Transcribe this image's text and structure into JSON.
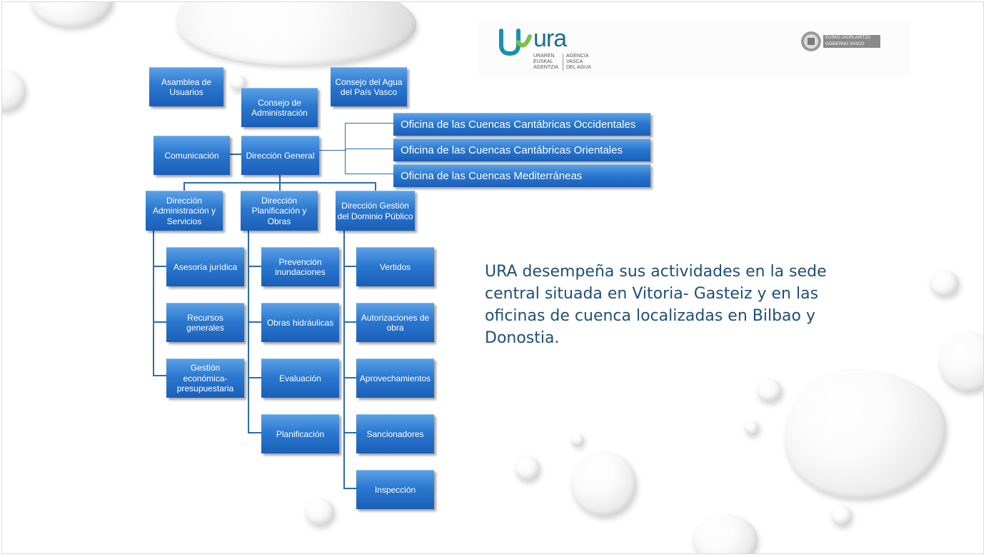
{
  "logos": {
    "ura": {
      "name": "ura",
      "basque_lines": [
        "URAREN",
        "EUSKAL",
        "AGENTZIA"
      ],
      "spanish_lines": [
        "AGENCIA",
        "VASCA",
        "DEL AGUA"
      ]
    },
    "gobierno": {
      "lines": [
        "EUSKO JAURLARITZA",
        "GOBIERNO VASCO"
      ]
    }
  },
  "org": {
    "asamblea": "Asamblea de Usuarios",
    "consejo_admin": "Consejo de Administración",
    "consejo_agua": "Consejo del Agua del País Vasco",
    "comunicacion": "Comunicación",
    "direccion_general": "Dirección General",
    "oficinas": [
      "Oficina de las Cuencas Cantábricas Occidentales",
      "Oficina de las Cuencas Cantábricas Orientales",
      "Oficina de las Cuencas Mediterráneas"
    ],
    "direcciones": [
      {
        "title": "Dirección Administración y Servicios",
        "children": [
          "Asesoría jurídica",
          "Recursos generales",
          "Gestión económica-presupuestaria"
        ]
      },
      {
        "title": "Dirección Planificación y Obras",
        "children": [
          "Prevención inundaciones",
          "Obras hidráulicas",
          "Evaluación",
          "Planificación"
        ]
      },
      {
        "title": "Dirección Gestión del Dominio Público",
        "children": [
          "Vertidos",
          "Autorizaciones de obra",
          "Aprovechamientos",
          "Sancionadores",
          "Inspección"
        ]
      }
    ]
  },
  "description": "URA desempeña sus actividades en la sede central situada en Vitoria- Gasteiz y en las oficinas de cuenca localizadas en Bilbao y Donostia."
}
